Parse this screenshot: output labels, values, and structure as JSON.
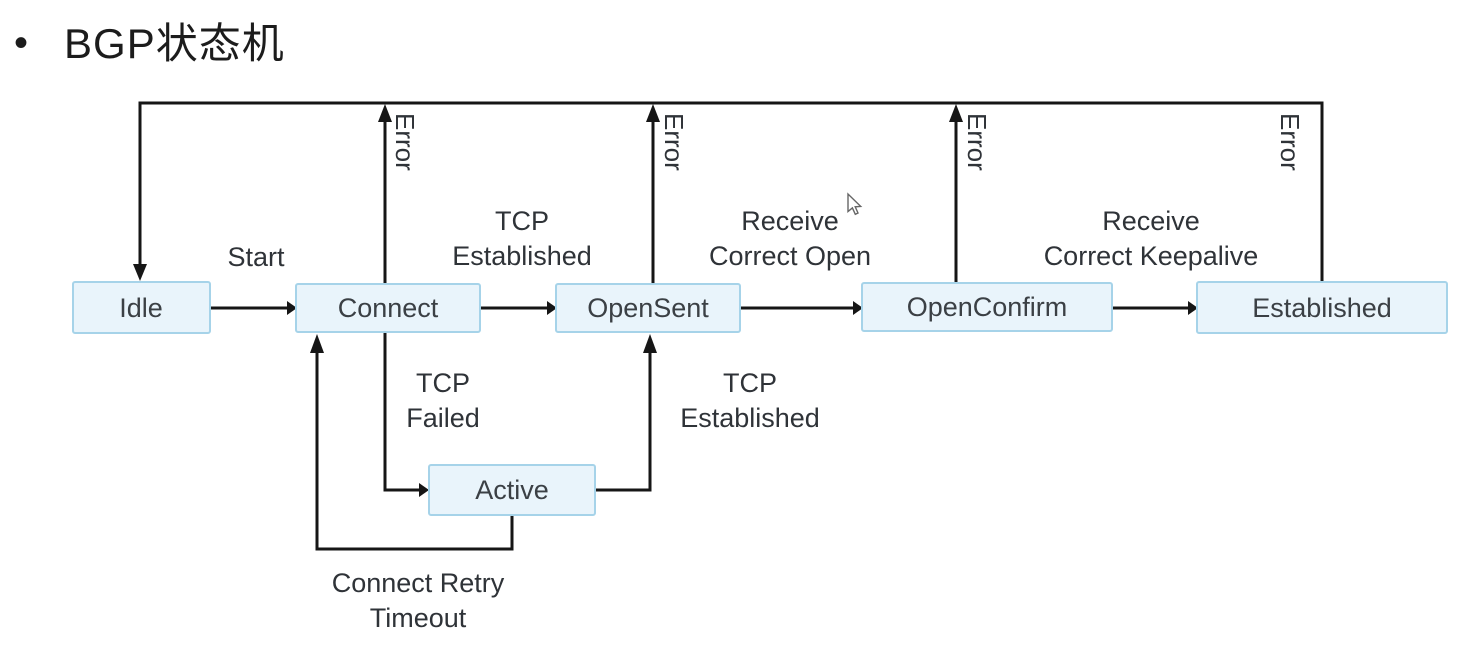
{
  "title": {
    "bullet": "•",
    "text": "BGP状态机"
  },
  "colors": {
    "background": "#ffffff",
    "line": "#161616",
    "state_fill": "#e9f4fb",
    "state_border": "#a6d3e9",
    "state_text": "#3b4045",
    "label_text": "#2f3338"
  },
  "states": [
    {
      "id": "idle",
      "label": "Idle"
    },
    {
      "id": "connect",
      "label": "Connect"
    },
    {
      "id": "opensent",
      "label": "OpenSent"
    },
    {
      "id": "openconfirm",
      "label": "OpenConfirm"
    },
    {
      "id": "established",
      "label": "Established"
    },
    {
      "id": "active",
      "label": "Active"
    }
  ],
  "labels": {
    "start": "Start",
    "error": "Error",
    "tcp_established_top": [
      "TCP",
      "Established"
    ],
    "receive_correct_open": [
      "Receive",
      "Correct Open"
    ],
    "receive_correct_keepalive": [
      "Receive",
      "Correct Keepalive"
    ],
    "tcp_failed": [
      "TCP",
      "Failed"
    ],
    "tcp_established_bottom": [
      "TCP",
      "Established"
    ],
    "connect_retry_timeout": [
      "Connect Retry",
      "Timeout"
    ]
  }
}
